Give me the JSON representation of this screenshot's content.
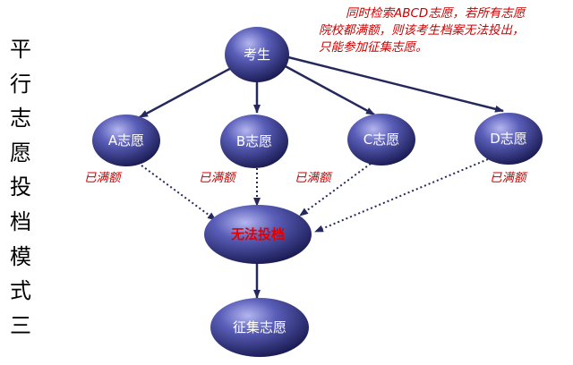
{
  "title_chars": [
    "平",
    "行",
    "志",
    "愿",
    "投",
    "档",
    "模",
    "式",
    "三"
  ],
  "note": {
    "line1": "同时检索ABCD志愿，若所有志愿",
    "line2": "院校都满额，则该考生档案无法投出，",
    "line3": "只能参加征集志愿。"
  },
  "nodes": {
    "student": "考生",
    "a": "A志愿",
    "b": "B志愿",
    "c": "C志愿",
    "d": "D志愿",
    "fail": "无法投档",
    "collect": "征集志愿"
  },
  "status": {
    "a": "已满额",
    "b": "已满额",
    "c": "已满额",
    "d": "已满额"
  },
  "colors": {
    "node_light": "#a6a8e8",
    "node_mid": "#4b4fa9",
    "node_dark": "#1c1d5f",
    "node_text": "#ffffff",
    "fail_text": "#e00000",
    "arrow": "#25285c",
    "accent_red": "#cc0000"
  }
}
